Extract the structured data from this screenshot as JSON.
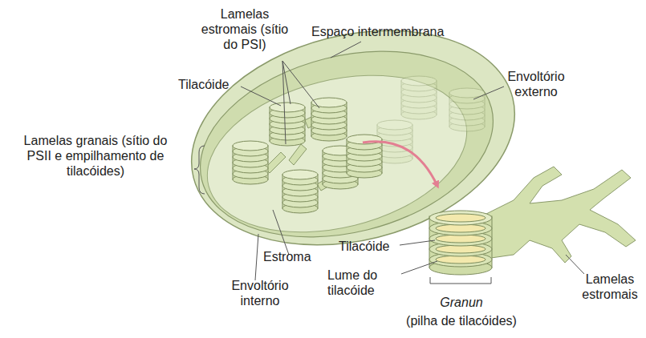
{
  "diagram": {
    "labels": [
      "Lamelas estromais (sítio do PSI)",
      "Espaço intermembrana",
      "Tilacóide",
      "Envoltório externo",
      "Lamelas granais (sítio do PSII e empilhamento de tilacóides)",
      "Estroma",
      "Tilacóide",
      "Lume do tilacóide",
      "Envoltório interno",
      "Lamelas estromais",
      "Granun",
      "(pilha de tilacóides)"
    ]
  }
}
